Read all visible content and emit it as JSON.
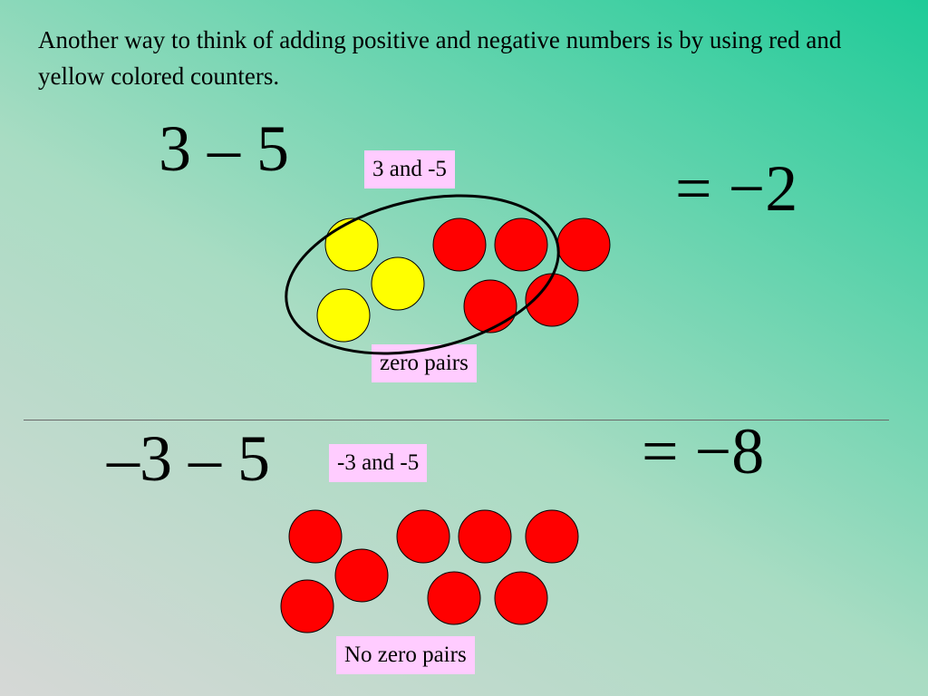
{
  "intro": "Another way to think of adding positive and negative numbers is by using red and yellow colored counters.",
  "example1": {
    "expression": "3 – 5",
    "result": "= −2",
    "label_counters": "3 and -5",
    "label_pairs": "zero pairs",
    "yellow_count": 3,
    "red_count": 5
  },
  "example2": {
    "expression": "–3 – 5",
    "result": "= −8",
    "label_counters": "-3 and -5",
    "label_pairs": "No zero pairs",
    "yellow_count": 0,
    "red_count": 8
  },
  "colors": {
    "red_counter": "#ff0000",
    "yellow_counter": "#ffff00",
    "label_background": "#ffccff"
  }
}
